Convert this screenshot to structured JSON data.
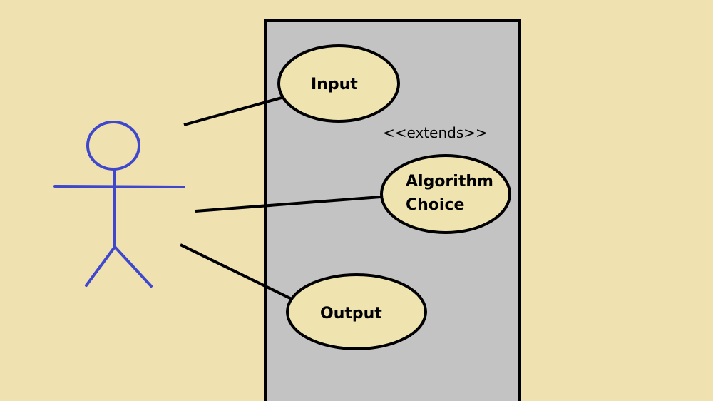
{
  "diagram": {
    "type": "use-case",
    "colors": {
      "background": "#f0e2b0",
      "system_boundary_fill": "#c3c3c3",
      "use_case_fill": "#efe4b0",
      "actor_stroke": "#3f48cc",
      "line_stroke": "#000000"
    },
    "use_cases": [
      {
        "id": "input",
        "label_lines": [
          "Input"
        ]
      },
      {
        "id": "algorithm-choice",
        "label_lines": [
          "Algorithm",
          "Choice"
        ]
      },
      {
        "id": "output",
        "label_lines": [
          "Output"
        ]
      }
    ],
    "relationship_label": "<<extends>>",
    "actor_icon": "stick-figure-icon"
  }
}
